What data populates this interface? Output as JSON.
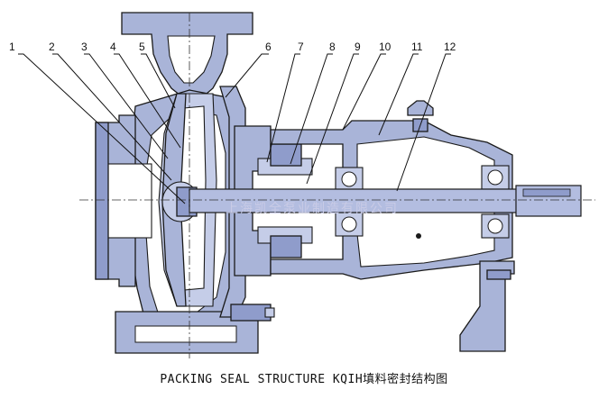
{
  "caption": "PACKING SEAL STRUCTURE  KQIH填料密封结构图",
  "watermark": "上海凯全泵业制造有限公司",
  "callouts": [
    "1",
    "2",
    "3",
    "4",
    "5",
    "6",
    "7",
    "8",
    "9",
    "10",
    "11",
    "12"
  ],
  "colors": {
    "casting": "#a9b4d8",
    "outline": "#1a1a1a",
    "watermark": "#c9cbe6"
  }
}
